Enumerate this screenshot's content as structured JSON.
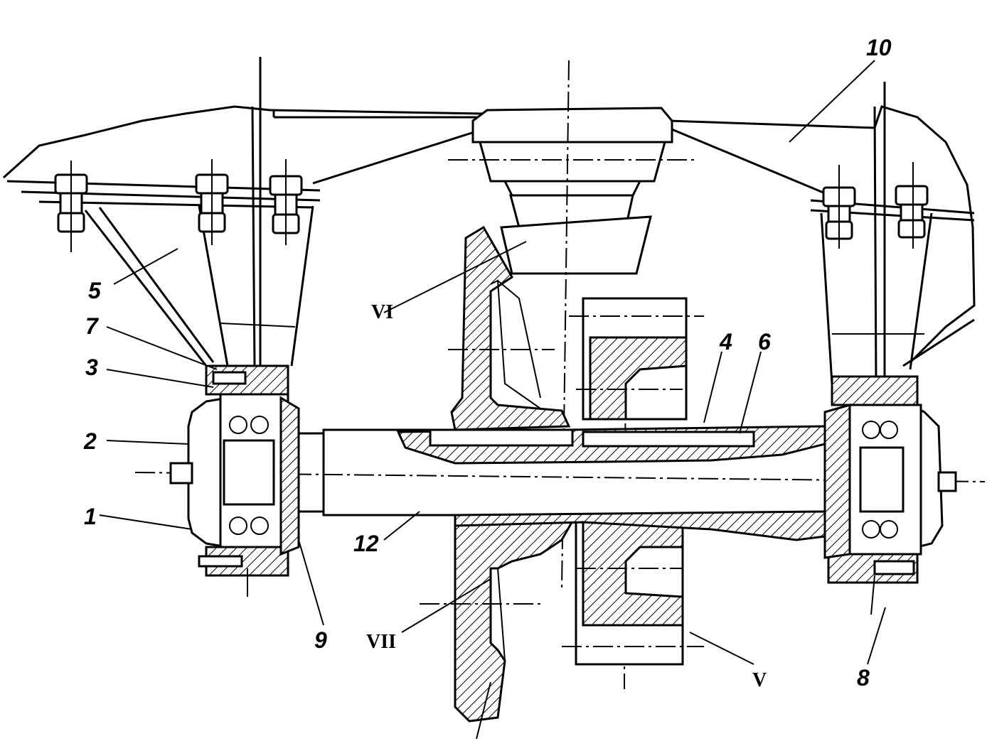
{
  "labels": {
    "l1": "1",
    "l2": "2",
    "l3": "3",
    "l4": "4",
    "l5": "5",
    "l6": "6",
    "l7": "7",
    "l8": "8",
    "l9": "9",
    "l10": "10",
    "l12": "12",
    "lV": "V",
    "lVI": "VI",
    "lVII": "VII"
  }
}
